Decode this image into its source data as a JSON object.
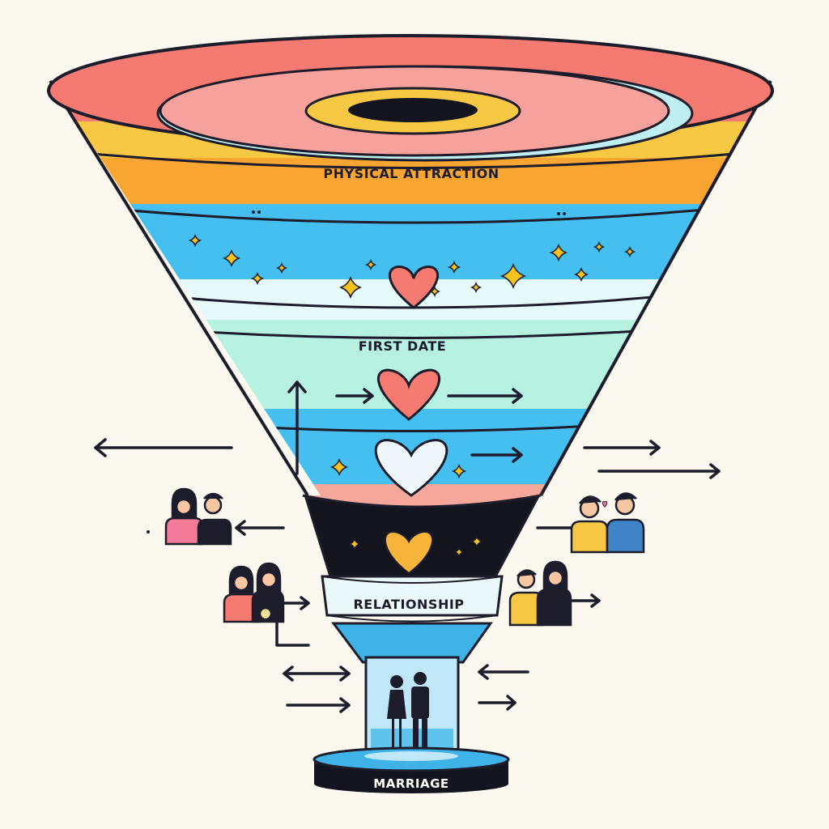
{
  "diagram": {
    "stages": [
      {
        "id": "physical_attraction",
        "label": "PHYSICAL ATTRACTION"
      },
      {
        "id": "first_date",
        "label": "FIRST DATE"
      },
      {
        "id": "relationship",
        "label": "RELATIONSHIP"
      },
      {
        "id": "marriage",
        "label": "MARRIAGE"
      }
    ]
  },
  "colors": {
    "background": "#fbf8ef",
    "outline": "#1c1c2a",
    "coral": "#f47a72",
    "orange": "#f8a531",
    "yellow": "#f7c843",
    "blue": "#44bff0",
    "mint": "#b7f1e1",
    "black_band": "#14141f",
    "heart_red": "#f47a72",
    "heart_gold": "#f6b53a",
    "sparkle": "#f3c21c"
  }
}
